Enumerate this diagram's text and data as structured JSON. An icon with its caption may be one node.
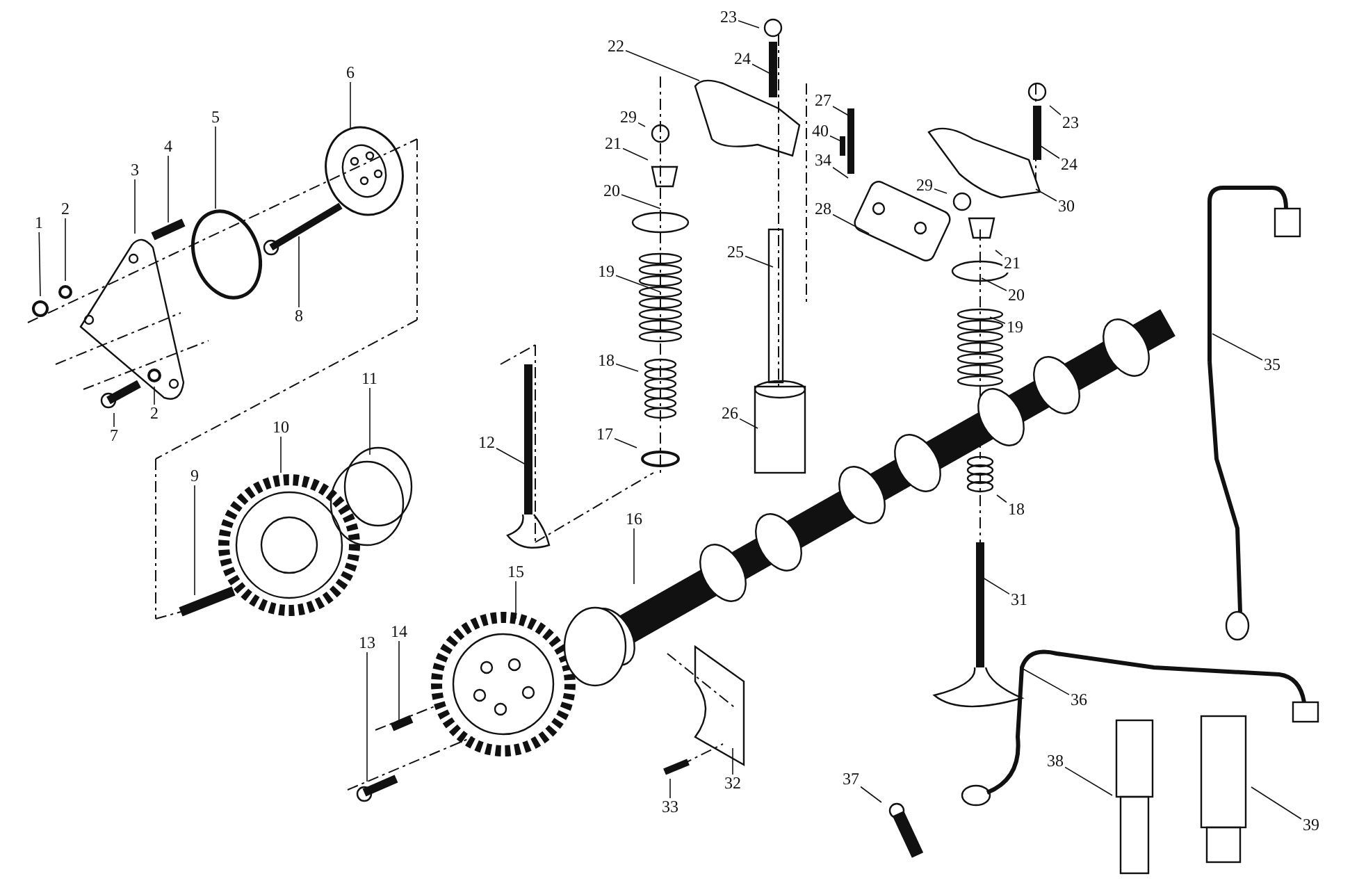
{
  "diagram": {
    "nodes": [
      {
        "text": [
          "23"
        ]
      },
      {
        "text": [
          "22"
        ]
      },
      {
        "text": [
          "24"
        ]
      },
      {
        "text": [
          "6"
        ]
      },
      {
        "text": [
          "27"
        ]
      },
      {
        "text": [
          "29"
        ]
      },
      {
        "text": [
          "5"
        ]
      },
      {
        "text": [
          "23"
        ]
      },
      {
        "text": [
          "40"
        ]
      },
      {
        "text": [
          "21"
        ]
      },
      {
        "text": [
          "4"
        ]
      },
      {
        "text": [
          "34"
        ]
      },
      {
        "text": [
          "24"
        ]
      },
      {
        "text": [
          "3"
        ]
      },
      {
        "text": [
          "20"
        ]
      },
      {
        "text": [
          "29"
        ]
      },
      {
        "text": [
          "30"
        ]
      },
      {
        "text": [
          "2"
        ]
      },
      {
        "text": [
          "28"
        ]
      },
      {
        "text": [
          "1"
        ]
      },
      {
        "text": [
          "25"
        ]
      },
      {
        "text": [
          "21"
        ]
      },
      {
        "text": [
          "19"
        ]
      },
      {
        "text": [
          "20"
        ]
      },
      {
        "text": [
          "8"
        ]
      },
      {
        "text": [
          "19"
        ]
      },
      {
        "text": [
          "18"
        ]
      },
      {
        "text": [
          "35"
        ]
      },
      {
        "text": [
          "11"
        ]
      },
      {
        "text": [
          "2"
        ]
      },
      {
        "text": [
          "26"
        ]
      },
      {
        "text": [
          "10"
        ]
      },
      {
        "text": [
          "17"
        ]
      },
      {
        "text": [
          "7"
        ]
      },
      {
        "text": [
          "12"
        ]
      },
      {
        "text": [
          "9"
        ]
      },
      {
        "text": [
          "18"
        ]
      },
      {
        "text": [
          "16"
        ]
      },
      {
        "text": [
          "15"
        ]
      },
      {
        "text": [
          "31"
        ]
      },
      {
        "text": [
          "14"
        ]
      },
      {
        "text": [
          "13"
        ]
      },
      {
        "text": [
          "36"
        ]
      },
      {
        "text": [
          "38"
        ]
      },
      {
        "text": [
          "37"
        ]
      },
      {
        "text": [
          "32"
        ]
      },
      {
        "text": [
          "33"
        ]
      },
      {
        "text": [
          "39"
        ]
      }
    ],
    "edges": [
      {
        "from": 0,
        "to": null,
        "arrow": "none"
      },
      {
        "from": 1,
        "to": null,
        "arrow": "none"
      },
      {
        "from": 2,
        "to": null,
        "arrow": "none"
      },
      {
        "from": 3,
        "to": null,
        "arrow": "none"
      },
      {
        "from": 4,
        "to": null,
        "arrow": "none"
      },
      {
        "from": 5,
        "to": null,
        "arrow": "none"
      },
      {
        "from": 6,
        "to": null,
        "arrow": "none"
      },
      {
        "from": 7,
        "to": null,
        "arrow": "none"
      },
      {
        "from": 8,
        "to": null,
        "arrow": "none"
      },
      {
        "from": 9,
        "to": null,
        "arrow": "none"
      },
      {
        "from": 10,
        "to": null,
        "arrow": "none"
      },
      {
        "from": 11,
        "to": null,
        "arrow": "none"
      },
      {
        "from": 12,
        "to": null,
        "arrow": "none"
      },
      {
        "from": 13,
        "to": null,
        "arrow": "none"
      },
      {
        "from": 14,
        "to": null,
        "arrow": "none"
      },
      {
        "from": 15,
        "to": null,
        "arrow": "none"
      },
      {
        "from": 16,
        "to": null,
        "arrow": "none"
      },
      {
        "from": 17,
        "to": null,
        "arrow": "none"
      },
      {
        "from": 18,
        "to": null,
        "arrow": "none"
      },
      {
        "from": 19,
        "to": null,
        "arrow": "none"
      },
      {
        "from": 20,
        "to": null,
        "arrow": "none"
      },
      {
        "from": 21,
        "to": null,
        "arrow": "none"
      },
      {
        "from": 22,
        "to": null,
        "arrow": "none"
      },
      {
        "from": 23,
        "to": null,
        "arrow": "none"
      },
      {
        "from": 24,
        "to": null,
        "arrow": "none"
      },
      {
        "from": 25,
        "to": null,
        "arrow": "none"
      },
      {
        "from": 26,
        "to": null,
        "arrow": "none"
      },
      {
        "from": 27,
        "to": null,
        "arrow": "none"
      },
      {
        "from": 28,
        "to": null,
        "arrow": "none"
      },
      {
        "from": 29,
        "to": null,
        "arrow": "none"
      },
      {
        "from": 30,
        "to": null,
        "arrow": "none"
      },
      {
        "from": 31,
        "to": null,
        "arrow": "none"
      },
      {
        "from": 32,
        "to": null,
        "arrow": "none"
      },
      {
        "from": 33,
        "to": null,
        "arrow": "none"
      },
      {
        "from": 34,
        "to": null,
        "arrow": "none"
      },
      {
        "from": 35,
        "to": null,
        "arrow": "none"
      },
      {
        "from": 36,
        "to": null,
        "arrow": "none"
      },
      {
        "from": 37,
        "to": null,
        "arrow": "none"
      },
      {
        "from": 38,
        "to": null,
        "arrow": "none"
      },
      {
        "from": 39,
        "to": null,
        "arrow": "none"
      },
      {
        "from": 40,
        "to": null,
        "arrow": "none"
      },
      {
        "from": 41,
        "to": null,
        "arrow": "none"
      },
      {
        "from": 42,
        "to": null,
        "arrow": "none"
      },
      {
        "from": 43,
        "to": null,
        "arrow": "none"
      },
      {
        "from": 44,
        "to": null,
        "arrow": "none"
      },
      {
        "from": 45,
        "to": null,
        "arrow": "none"
      },
      {
        "from": 46,
        "to": null,
        "arrow": "none"
      },
      {
        "from": 47,
        "to": null,
        "arrow": "none"
      }
    ]
  }
}
